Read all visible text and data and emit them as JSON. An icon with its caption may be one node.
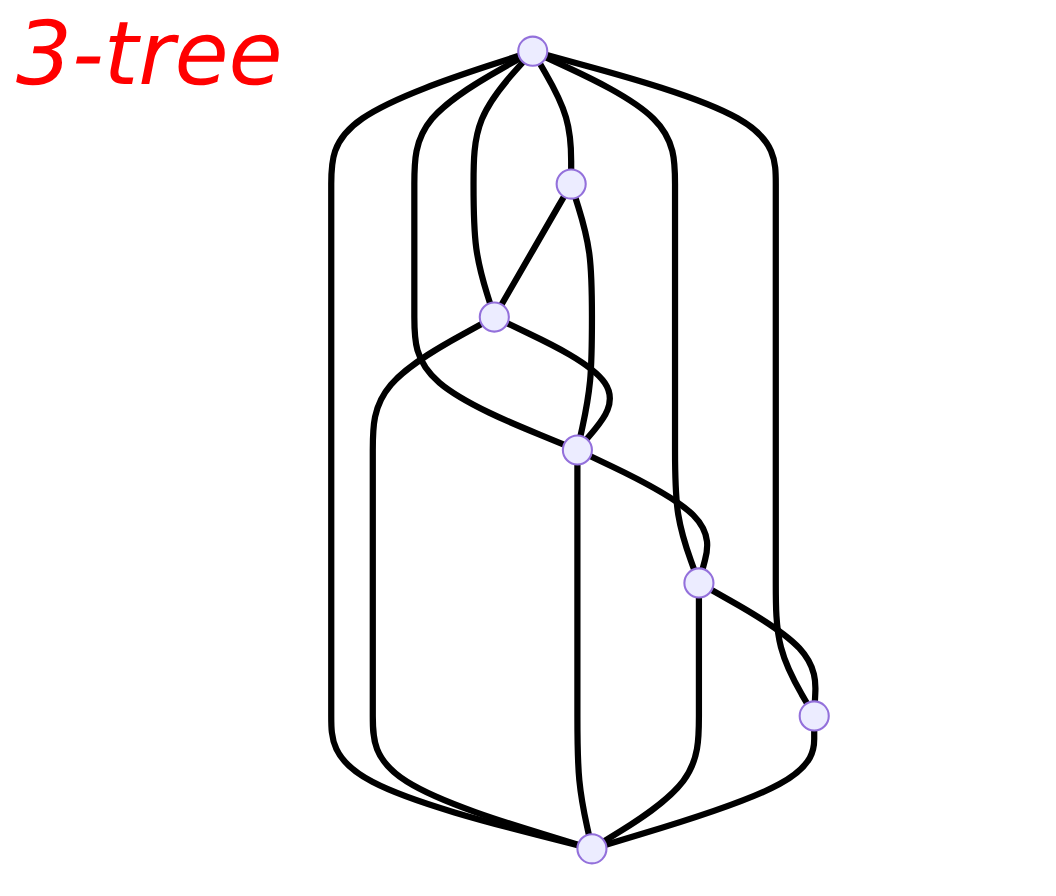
{
  "diagram": {
    "title": "3-tree",
    "nodes": [
      {
        "text": [],
        "shape": "circle"
      },
      {
        "text": [],
        "shape": "circle"
      },
      {
        "text": [],
        "shape": "circle"
      },
      {
        "text": [],
        "shape": "circle"
      },
      {
        "text": [],
        "shape": "circle"
      },
      {
        "text": [],
        "shape": "circle"
      },
      {
        "text": [],
        "shape": "circle"
      }
    ],
    "edges": [
      {
        "from": 0,
        "to": 1,
        "arrow": "none"
      },
      {
        "from": 0,
        "to": 2,
        "arrow": "none"
      },
      {
        "from": 0,
        "to": 3,
        "arrow": "none"
      },
      {
        "from": 0,
        "to": 4,
        "arrow": "none"
      },
      {
        "from": 0,
        "to": 5,
        "arrow": "none"
      },
      {
        "from": 0,
        "to": 6,
        "arrow": "none"
      },
      {
        "from": 1,
        "to": 2,
        "arrow": "none"
      },
      {
        "from": 1,
        "to": 3,
        "arrow": "none"
      },
      {
        "from": 2,
        "to": 3,
        "arrow": "none"
      },
      {
        "from": 2,
        "to": 4,
        "arrow": "none"
      },
      {
        "from": 3,
        "to": 4,
        "arrow": "none"
      },
      {
        "from": 3,
        "to": 5,
        "arrow": "none"
      },
      {
        "from": 5,
        "to": 6,
        "arrow": "none"
      },
      {
        "from": 5,
        "to": 4,
        "arrow": "none"
      },
      {
        "from": 6,
        "to": 4,
        "arrow": "none"
      }
    ]
  }
}
